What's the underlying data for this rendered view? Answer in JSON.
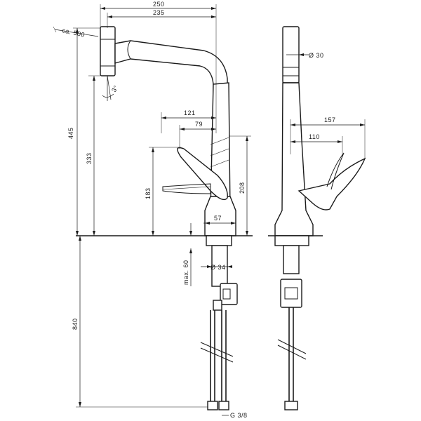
{
  "dimensions": {
    "width_total": "250",
    "width_spout": "235",
    "pullout": "ca. 500",
    "swivel_angle": "3°",
    "height_total": "445",
    "height_spout": "333",
    "lever_reach": "121",
    "lever_offset": "79",
    "lever_height": "183",
    "body_height": "208",
    "base_width": "57",
    "side_diameter": "Ø 30",
    "side_reach": "157",
    "side_offset": "110",
    "max_thickness": "max. 60",
    "shank_diameter": "Ø 34",
    "hose_length": "840",
    "thread": "G 3/8"
  }
}
